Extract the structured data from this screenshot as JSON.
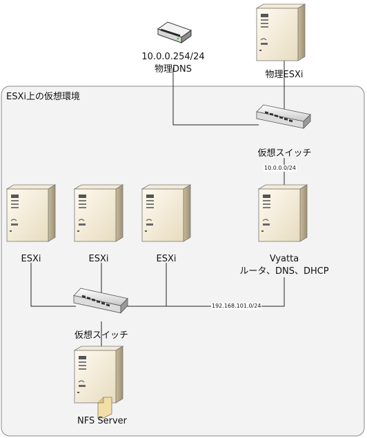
{
  "region": {
    "title": "ESXi上の仮想環境"
  },
  "nodes": {
    "physical_dns": {
      "line1": "10.0.0.254/24",
      "line2": "物理DNS",
      "icon": "router-icon"
    },
    "physical_esxi": {
      "label": "物理ESXi",
      "icon": "server-icon"
    },
    "vswitch_top": {
      "label": "仮想スイッチ",
      "icon": "switch-icon"
    },
    "net_top": {
      "label": "10.0.0.0/24"
    },
    "vyatta": {
      "line1": "Vyatta",
      "line2": "ルータ、DNS、DHCP",
      "icon": "server-icon"
    },
    "esxi_1": {
      "label": "ESXi",
      "icon": "server-icon"
    },
    "esxi_2": {
      "label": "ESXi",
      "icon": "server-icon"
    },
    "esxi_3": {
      "label": "ESXi",
      "icon": "server-icon"
    },
    "vswitch_bottom": {
      "label": "仮想スイッチ",
      "icon": "switch-icon"
    },
    "net_bottom": {
      "label": "192.168.101.0/24"
    },
    "nfs": {
      "label": "NFS Server",
      "icon": "file-server-icon"
    }
  },
  "colors": {
    "server_light": "#fbf3df",
    "server_mid": "#d8ccae",
    "server_dark": "#a89a7c",
    "frame": "#888888"
  }
}
